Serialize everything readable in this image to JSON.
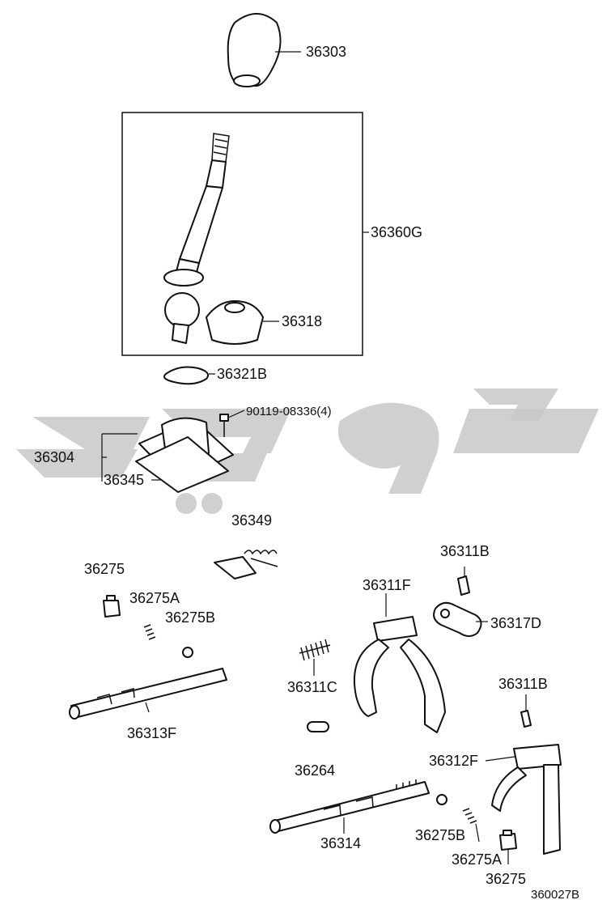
{
  "diagram": {
    "figure_code": "360027B",
    "watermark_color": "#c8c8c8",
    "parts": [
      {
        "id": "36303",
        "label": "36303"
      },
      {
        "id": "36360G",
        "label": "36360G"
      },
      {
        "id": "36318",
        "label": "36318"
      },
      {
        "id": "36321B",
        "label": "36321B"
      },
      {
        "id": "90119-08336",
        "label": "90119-08336(4)"
      },
      {
        "id": "36304",
        "label": "36304"
      },
      {
        "id": "36345",
        "label": "36345"
      },
      {
        "id": "36349",
        "label": "36349"
      },
      {
        "id": "36275-top",
        "label": "36275"
      },
      {
        "id": "36275A-top",
        "label": "36275A"
      },
      {
        "id": "36275B-top",
        "label": "36275B"
      },
      {
        "id": "36313F",
        "label": "36313F"
      },
      {
        "id": "36311B-top",
        "label": "36311B"
      },
      {
        "id": "36311F",
        "label": "36311F"
      },
      {
        "id": "36317D",
        "label": "36317D"
      },
      {
        "id": "36311C",
        "label": "36311C"
      },
      {
        "id": "36311B-right",
        "label": "36311B"
      },
      {
        "id": "36264",
        "label": "36264"
      },
      {
        "id": "36312F",
        "label": "36312F"
      },
      {
        "id": "36314",
        "label": "36314"
      },
      {
        "id": "36275B-bottom",
        "label": "36275B"
      },
      {
        "id": "36275A-bottom",
        "label": "36275A"
      },
      {
        "id": "36275-bottom",
        "label": "36275"
      }
    ]
  }
}
